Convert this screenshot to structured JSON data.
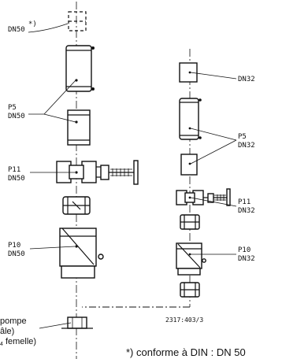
{
  "labels": {
    "dn50_star": "DN50",
    "star_mark": "*)",
    "p5_left": "P5",
    "p5_left_dn": "DN50",
    "p11_left": "P11",
    "p11_left_dn": "DN50",
    "p10_left": "P10",
    "p10_left_dn": "DN50",
    "dn32_top": "DN32",
    "p5_right": "P5",
    "p5_right_dn": "DN32",
    "p11_right": "P11",
    "p11_right_dn": "DN32",
    "p10_right": "P10",
    "p10_right_dn": "DN32",
    "drawing_no": "2317:403/3"
  },
  "notes": {
    "pump_line1": "pompe",
    "pump_line2": "âle)",
    "pump_line3_sub": "4",
    "pump_line3_rest": " femelle)",
    "footnote": "*) conforme à DIN : DN 50"
  }
}
